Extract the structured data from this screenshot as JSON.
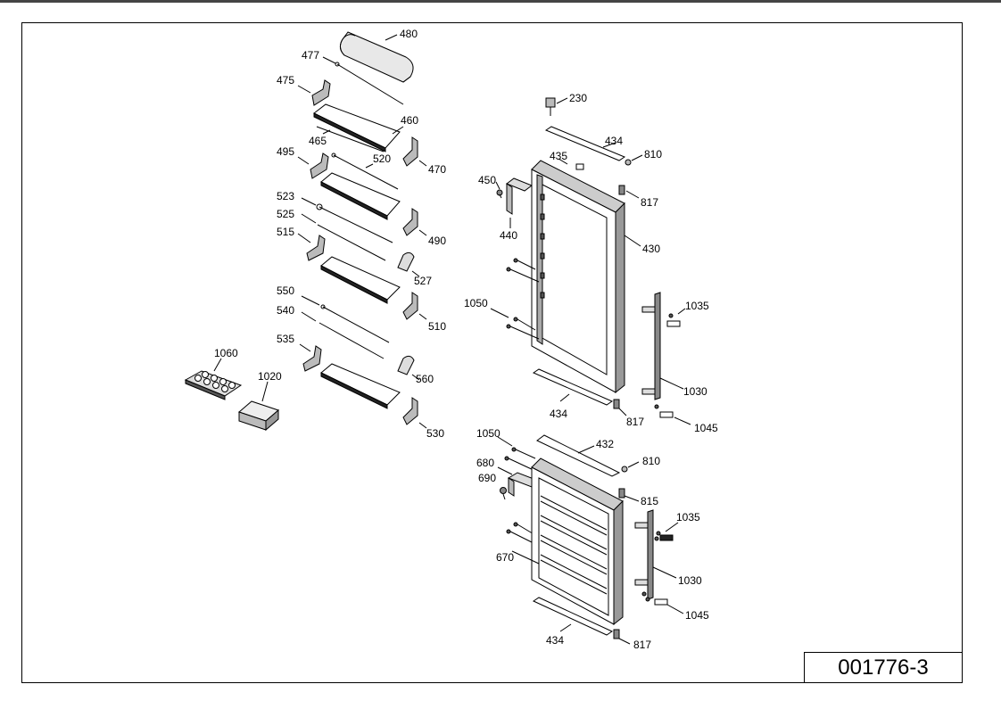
{
  "drawing_number": "001776-3",
  "labels": {
    "l480": "480",
    "l477": "477",
    "l475": "475",
    "l460": "460",
    "l465": "465",
    "l495": "495",
    "l470": "470",
    "l520": "520",
    "l523": "523",
    "l490": "490",
    "l525": "525",
    "l515": "515",
    "l527": "527",
    "l550": "550",
    "l510": "510",
    "l540": "540",
    "l535": "535",
    "l560": "560",
    "l530": "530",
    "l1060": "1060",
    "l1020": "1020",
    "l230": "230",
    "l434a": "434",
    "l810a": "810",
    "l435": "435",
    "l450": "450",
    "l817a": "817",
    "l440": "440",
    "l430": "430",
    "l1050a": "1050",
    "l1035a": "1035",
    "l1030a": "1030",
    "l434b": "434",
    "l817b": "817",
    "l1045a": "1045",
    "l1050b": "1050",
    "l432": "432",
    "l680": "680",
    "l810b": "810",
    "l690": "690",
    "l815": "815",
    "l1035b": "1035",
    "l670": "670",
    "l1030b": "1030",
    "l1045b": "1045",
    "l434c": "434",
    "l817c": "817"
  }
}
